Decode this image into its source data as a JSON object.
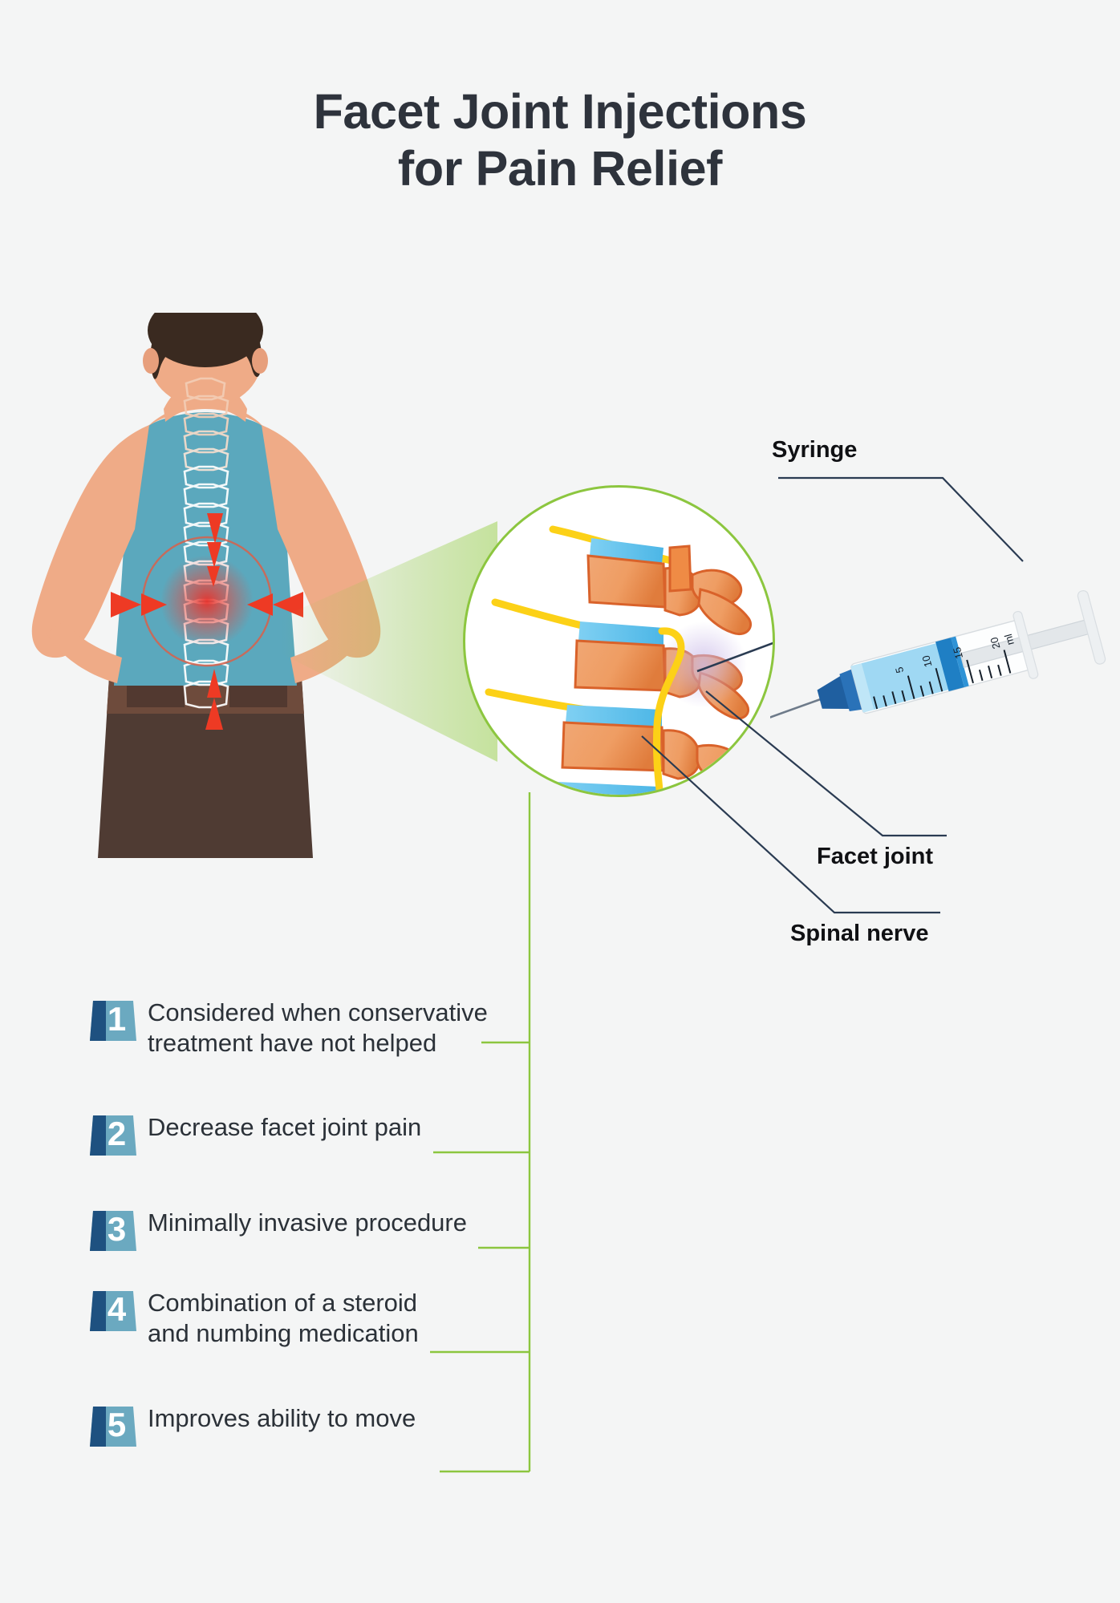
{
  "page": {
    "background_color": "#f4f5f5",
    "title_line1": "Facet Joint Injections",
    "title_line2": "for Pain Relief"
  },
  "illustration": {
    "figure_name": "man-lower-back-pain",
    "skin_color": "#efab87",
    "hair_color": "#3a2a20",
    "shirt_color": "#5ba8bd",
    "belt_color": "#6e4b3c",
    "jeans_color": "#4f3b33",
    "pain_color": "#ee3a24",
    "magnifier_border_color": "#8cc63f",
    "vertebra_color": "#efa06a",
    "vertebra_outline_color": "#d9622a",
    "disc_color": "#5fc3ec",
    "nerve_color": "#fcd117",
    "needle_color": "#1f5fa0"
  },
  "callouts": [
    {
      "id": "syringe",
      "label": "Syringe"
    },
    {
      "id": "facet-joint",
      "label": "Facet joint"
    },
    {
      "id": "spinal-nerve",
      "label": "Spinal nerve"
    }
  ],
  "syringe": {
    "marks": [
      "5",
      "10",
      "15",
      "20"
    ],
    "unit": "ml",
    "fluid_color": "#9ad6f2",
    "plunger_color": "#1f7fc4"
  },
  "benefits": {
    "badge_dark_color": "#1e5180",
    "badge_light_color": "#6ba9c0",
    "connector_color": "#8cc63f",
    "items": [
      {
        "number": "1",
        "text_line1": "Considered when conservative",
        "text_line2": "treatment have not helped"
      },
      {
        "number": "2",
        "text_line1": "Decrease facet joint pain",
        "text_line2": ""
      },
      {
        "number": "3",
        "text_line1": "Minimally invasive procedure",
        "text_line2": ""
      },
      {
        "number": "4",
        "text_line1": "Combination of a steroid",
        "text_line2": "and numbing medication"
      },
      {
        "number": "5",
        "text_line1": "Improves ability to move",
        "text_line2": ""
      }
    ]
  }
}
